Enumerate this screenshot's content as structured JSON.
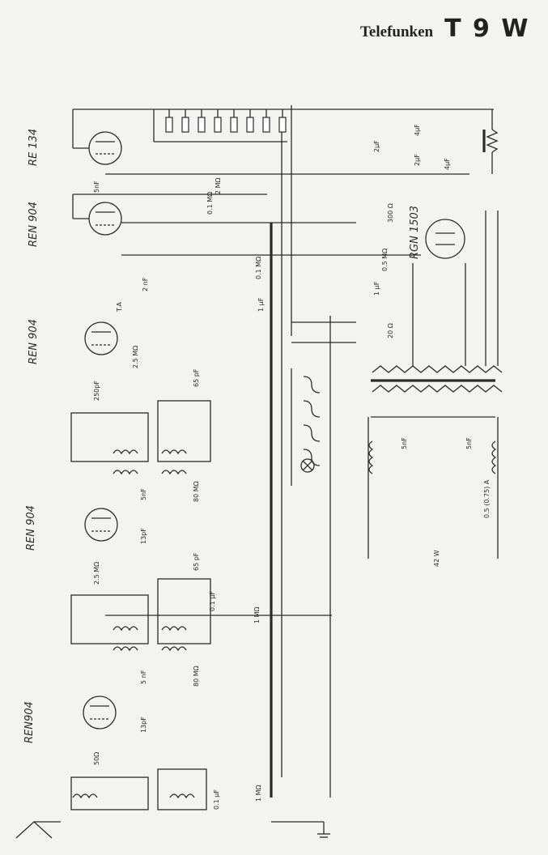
{
  "header": {
    "brand": "Telefunken",
    "model": "T 9 W"
  },
  "tubes": [
    "RE 134",
    "REN 904",
    "REN 904",
    "REN 904",
    "REN904"
  ],
  "rectifier": "RGN 1503",
  "values": {
    "c_5nf_top": "5nF",
    "r_01_mohm": "0.1 MΩ",
    "r_2_mohm": "2 MΩ",
    "c_2uf_a": "2μF",
    "c_2uf_b": "2μF",
    "c_4uf_a": "4μF",
    "c_4uf_b": "4μF",
    "r_300": "300 Ω",
    "r_05mohm": "0.5 MΩ",
    "c_2nf": "2 nF",
    "r_01_mohm_b": "0.1 MΩ",
    "c_1uf_a": "1 μF",
    "c_1uf_b": "1 μF",
    "r_20": "20 Ω",
    "r_25_mohm": "2.5 MΩ",
    "c_250pf": "250pF",
    "c_65pf": "65 pF",
    "c_5nf_1": "5nF",
    "r_80_mohm": "80 MΩ",
    "c_13pf": "13pF",
    "r_25_mohm_b": "2.5 MΩ",
    "c_65pf_b": "65 pF",
    "c_01uf": "0.1 μF",
    "r_1_mohm": "1 MΩ",
    "c_5nf_2": "5 nF",
    "r_80_mohm_b": "80 MΩ",
    "c_13pf_b": "13pF",
    "r_50": "50Ω",
    "c_01uf_b": "0.1 μF",
    "r_1_mohm_b": "1 MΩ",
    "c_5nf_3": "5nF",
    "c_5nf_4": "5nF",
    "fuse": "0.5 (0.75) A",
    "power": "42 W",
    "tone_label": "T.A"
  }
}
